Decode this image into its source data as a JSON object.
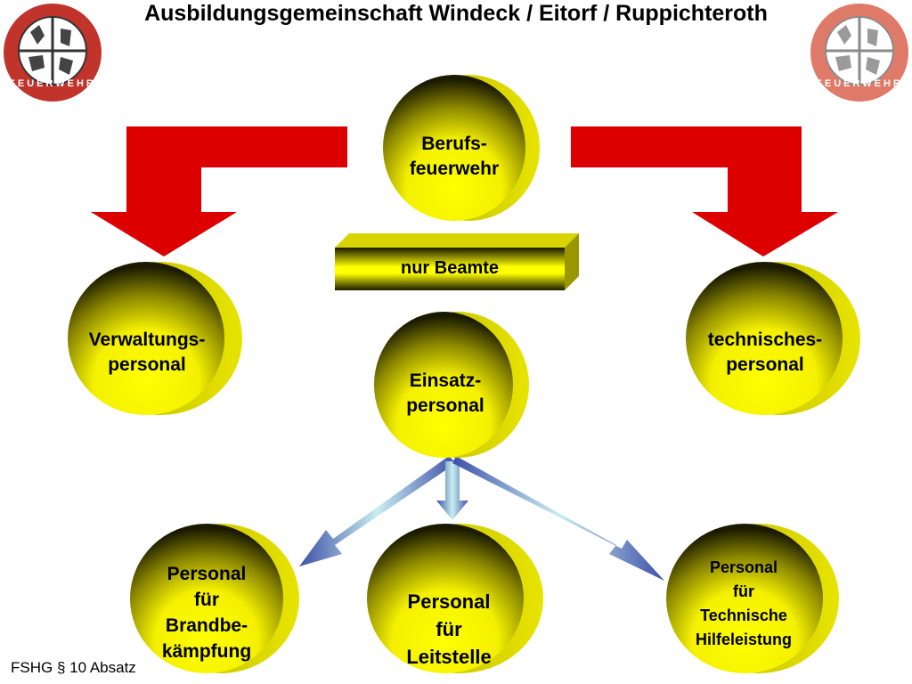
{
  "title": "Ausbildungsgemeinschaft Windeck / Eitorf / Ruppichteroth",
  "logos": {
    "left": {
      "icon": "feuerwehr-emblem-icon",
      "text": "FEUERWEHR",
      "ring_color": "#c0342c",
      "fill_color": "#ffffff"
    },
    "right": {
      "icon": "feuerwehr-emblem-icon",
      "text": "FEUERWEHR",
      "ring_color": "#e07a68",
      "fill_color": "#ffffff"
    }
  },
  "nodes": {
    "top": [
      "Berufs-",
      "feuerwehr"
    ],
    "left": [
      "Verwaltungs-",
      "personal"
    ],
    "right": [
      "technisches-",
      "personal"
    ],
    "center": [
      "Einsatz-",
      "personal"
    ],
    "bottom_left": [
      "Personal",
      "für",
      "Brandbe-",
      "kämpfung"
    ],
    "bottom_center": [
      "Personal",
      "für",
      "Leitstelle"
    ],
    "bottom_right": [
      "Personal",
      "für",
      "Technische",
      "Hilfeleistung"
    ]
  },
  "bar_label": "nur Beamte",
  "footer": "FSHG § 10 Absatz",
  "colors": {
    "node_yellow": "#ffff00",
    "node_dark": "#2a2a00",
    "arrow_red": "#dd0000",
    "arrow_blue": "#3d4fa8",
    "arrow_light": "#c8eef0"
  }
}
